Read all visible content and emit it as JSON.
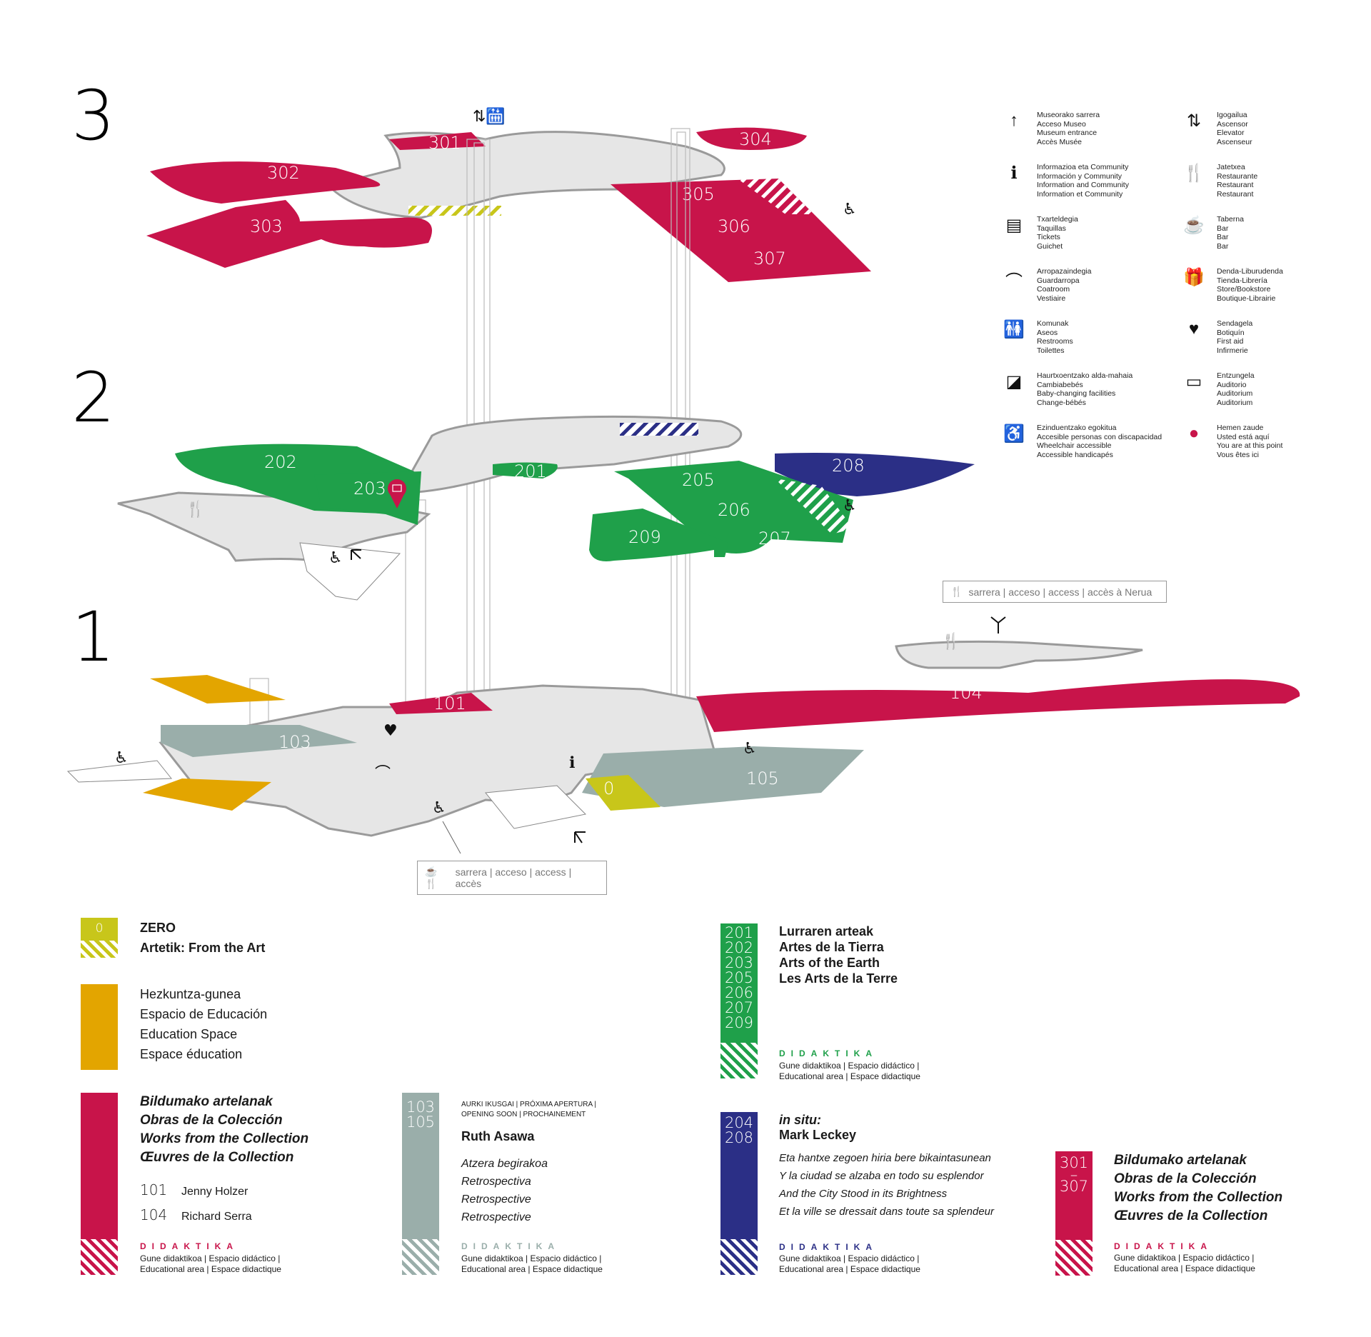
{
  "colors": {
    "red": "#c8144a",
    "green": "#1fa04a",
    "blue": "#2b2f86",
    "gray_teal": "#9aaeaa",
    "ochre": "#e3a500",
    "olive": "#c8c61a",
    "floor_gray": "#e6e6e6",
    "floor_edge": "#9a9a9a"
  },
  "floors": {
    "f3": "3",
    "f2": "2",
    "f1": "1"
  },
  "rooms": {
    "r301": "301",
    "r302": "302",
    "r303": "303",
    "r304": "304",
    "r305": "305",
    "r306": "306",
    "r307": "307",
    "r201": "201",
    "r202": "202",
    "r203": "203",
    "r205": "205",
    "r206": "206",
    "r207": "207",
    "r208": "208",
    "r209": "209",
    "r101": "101",
    "r103": "103",
    "r104": "104",
    "r105": "105",
    "r0": "0"
  },
  "access": {
    "nerua": "sarrera | acceso | access | accès à Nerua",
    "main": "sarrera | acceso | access | accès"
  },
  "legend": [
    {
      "icon": "arrow-up-icon",
      "lines": [
        "Museorako sarrera",
        "Acceso Museo",
        "Museum entrance",
        "Accès Musée"
      ]
    },
    {
      "icon": "elevator-icon",
      "lines": [
        "Igogailua",
        "Ascensor",
        "Elevator",
        "Ascenseur"
      ]
    },
    {
      "icon": "info-icon",
      "lines": [
        "Informazioa eta Community",
        "Información y Community",
        "Information and Community",
        "Information et Community"
      ]
    },
    {
      "icon": "restaurant-icon",
      "lines": [
        "Jatetxea",
        "Restaurante",
        "Restaurant",
        "Restaurant"
      ]
    },
    {
      "icon": "ticket-desk-icon",
      "lines": [
        "Txarteldegia",
        "Taquillas",
        "Tickets",
        "Guichet"
      ]
    },
    {
      "icon": "cup-icon",
      "lines": [
        "Taberna",
        "Bar",
        "Bar",
        "Bar"
      ]
    },
    {
      "icon": "hanger-icon",
      "lines": [
        "Arropazaindegia",
        "Guardarropa",
        "Coatroom",
        "Vestiaire"
      ]
    },
    {
      "icon": "shop-icon",
      "lines": [
        "Denda-Liburudenda",
        "Tienda-Librería",
        "Store/Bookstore",
        "Boutique-Librairie"
      ]
    },
    {
      "icon": "restroom-icon",
      "lines": [
        "Komunak",
        "Aseos",
        "Restrooms",
        "Toilettes"
      ]
    },
    {
      "icon": "first-aid-icon",
      "lines": [
        "Sendagela",
        "Botiquín",
        "First aid",
        "Infirmerie"
      ]
    },
    {
      "icon": "baby-change-icon",
      "lines": [
        "Haurtxoentzako alda-mahaia",
        "Cambiabebés",
        "Baby-changing facilities",
        "Change-bébés"
      ]
    },
    {
      "icon": "auditorium-icon",
      "lines": [
        "Entzungela",
        "Auditorio",
        "Auditorium",
        "Auditorium"
      ]
    },
    {
      "icon": "wheelchair-icon",
      "lines": [
        "Ezinduentzako egokitua",
        "Accesible personas con discapacidad",
        "Wheelchair accessible",
        "Accessible handicapés"
      ]
    },
    {
      "icon": "you-are-here-icon",
      "lines": [
        "Hemen zaude",
        "Usted está aquí",
        "You are at this point",
        "Vous êtes ici"
      ]
    }
  ],
  "key": {
    "zero": {
      "num": "0",
      "title": "ZERO",
      "subtitle": "Artetik: From the Art"
    },
    "education": {
      "lines": [
        "Hezkuntza-gunea",
        "Espacio de Educación",
        "Education Space",
        "Espace éducation"
      ]
    },
    "collection1": {
      "lines": [
        "Bildumako artelanak",
        "Obras de la Colección",
        "Works from the Collection",
        "Œuvres de la Collection"
      ],
      "items": [
        {
          "num": "101",
          "name": "Jenny Holzer"
        },
        {
          "num": "104",
          "name": "Richard Serra"
        }
      ]
    },
    "asawa": {
      "nums": [
        "103",
        "105"
      ],
      "soon": "AURKI IKUSGAI | PRÓXIMA APERTURA | OPENING SOON | PROCHAINEMENT",
      "title": "Ruth Asawa",
      "lines": [
        "Atzera begirakoa",
        "Retrospectiva",
        "Retrospective",
        "Retrospective"
      ]
    },
    "earth": {
      "nums": [
        "201",
        "202",
        "203",
        "205",
        "206",
        "207",
        "209"
      ],
      "lines": [
        "Lurraren arteak",
        "Artes de la Tierra",
        "Arts of the Earth",
        "Les Arts de la Terre"
      ]
    },
    "leckey": {
      "nums": [
        "204",
        "208"
      ],
      "title1": "in situ:",
      "title2": "Mark Leckey",
      "lines": [
        "Eta hantxe zegoen hiria bere bikaintasunean",
        "Y la ciudad se alzaba en todo su esplendor",
        "And the City Stood in its Brightness",
        "Et la ville se dressait dans toute sa splendeur"
      ]
    },
    "collection3": {
      "nums": [
        "301",
        "–",
        "307"
      ],
      "lines": [
        "Bildumako artelanak",
        "Obras de la Colección",
        "Works from the Collection",
        "Œuvres de la Collection"
      ]
    },
    "didaktika": "DIDAKTIKA",
    "didaktika_sub1": "Gune didaktikoa | Espacio didáctico |",
    "didaktika_sub2": "Educational area | Espace didactique"
  }
}
